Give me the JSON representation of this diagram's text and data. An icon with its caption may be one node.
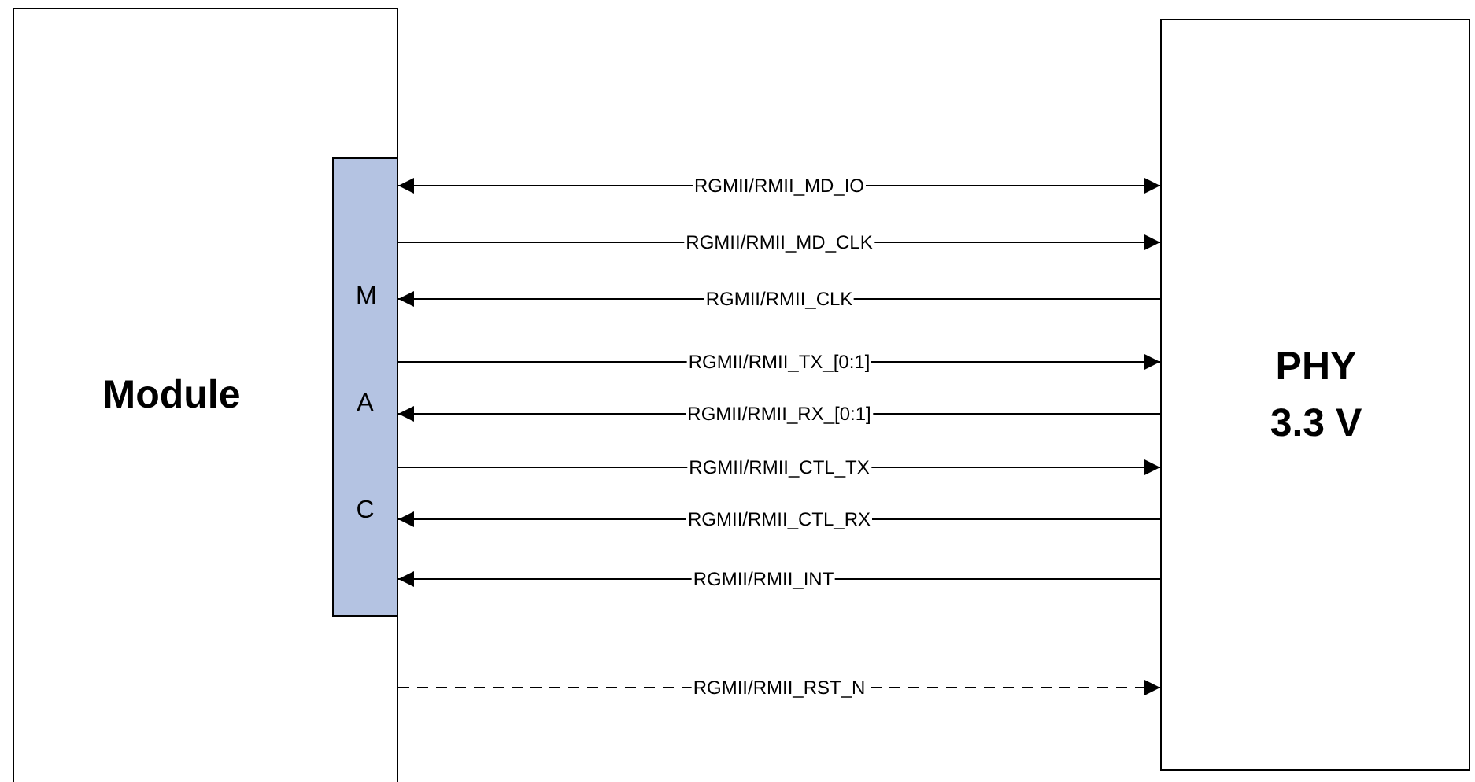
{
  "diagram": {
    "nodes": [
      {
        "text": [
          "Module"
        ]
      },
      {
        "text": [
          "M A C"
        ],
        "in": 0
      },
      {
        "text": [
          "PHY 3.3 V"
        ]
      }
    ],
    "edges": [
      {
        "from": 1,
        "to": 2,
        "arrow": "both",
        "label": "RGMII/RMII_MD_IO"
      },
      {
        "from": 1,
        "to": 2,
        "arrow": "to",
        "label": "RGMII/RMII_MD_CLK"
      },
      {
        "from": 2,
        "to": 1,
        "arrow": "to",
        "label": "RGMII/RMII_CLK"
      },
      {
        "from": 1,
        "to": 2,
        "arrow": "to",
        "label": "RGMII/RMII_TX_[0:1]"
      },
      {
        "from": 2,
        "to": 1,
        "arrow": "to",
        "label": "RGMII/RMII_RX_[0:1]"
      },
      {
        "from": 1,
        "to": 2,
        "arrow": "to",
        "label": "RGMII/RMII_CTL_TX"
      },
      {
        "from": 2,
        "to": 1,
        "arrow": "to",
        "label": "RGMII/RMII_CTL_RX"
      },
      {
        "from": 2,
        "to": 1,
        "arrow": "to",
        "label": "RGMII/RMII_INT"
      },
      {
        "from": 0,
        "to": 2,
        "arrow": "to",
        "label": "RGMII/RMII_RST_N",
        "style": "dashed"
      }
    ]
  }
}
